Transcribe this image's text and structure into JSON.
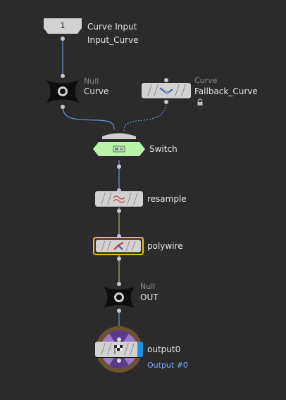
{
  "network": {
    "nodes": [
      {
        "id": "curve_input",
        "badge": "1",
        "name_line1": "Curve Input",
        "name_line2": "Input_Curve"
      },
      {
        "id": "curve_null",
        "type": "Null",
        "name": "Curve"
      },
      {
        "id": "fallback",
        "type": "Curve",
        "name": "Fallback_Curve",
        "locked": true
      },
      {
        "id": "switch",
        "name": "Switch"
      },
      {
        "id": "resample",
        "name": "resample"
      },
      {
        "id": "polywire",
        "name": "polywire",
        "selected": true
      },
      {
        "id": "out_null",
        "type": "Null",
        "name": "OUT"
      },
      {
        "id": "output0",
        "name": "output0",
        "subtitle": "Output #0"
      }
    ],
    "icons": {
      "null": "null-x-icon",
      "fallback": "curve-sop-icon",
      "lock": "lock-icon",
      "switch": "switch-sop-icon",
      "resample": "resample-wave-icon",
      "polywire": "polywire-icon",
      "output": "checkered-flag-icon"
    },
    "colors": {
      "background": "#2b2b2b",
      "node_body": "#d2d2d2",
      "switch_node": "#b8f5a8",
      "selected_outline": "#f0c419",
      "output_ring": "#6b5233",
      "output_inner": "#9b78c8",
      "display_flag": "#1d8fe0",
      "wire": "#6a9ae0",
      "wire_dashed": "#6a9ae0",
      "wire_lower": "#a8b87a",
      "label": "#e6e6e6",
      "type_label": "#8c8c8c",
      "output_label": "#7fb1ff"
    }
  }
}
